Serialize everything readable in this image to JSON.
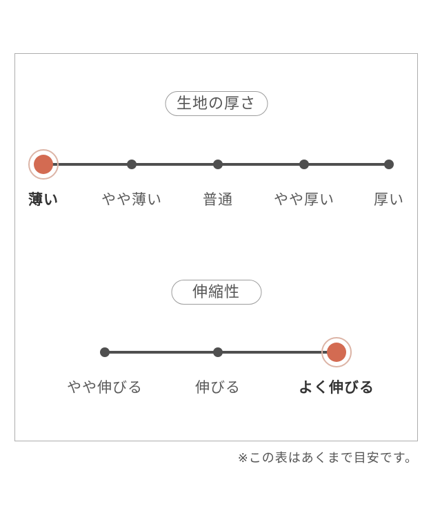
{
  "colors": {
    "accent": "#d36b52",
    "accent_ring": "#dcb4a6",
    "dot": "#4f4f4f",
    "track": "#4f4f4f",
    "label": "#595959",
    "label_selected": "#333333",
    "pill_border": "#9c9c9c",
    "pill_text": "#555555",
    "frame_border": "#adadad",
    "note": "#555555"
  },
  "scales": [
    {
      "title": "生地の厚さ",
      "selected_label": "薄い",
      "items": [
        {
          "label": "薄い",
          "selected": true
        },
        {
          "label": "やや薄い",
          "selected": false
        },
        {
          "label": "普通",
          "selected": false
        },
        {
          "label": "やや厚い",
          "selected": false
        },
        {
          "label": "厚い",
          "selected": false
        }
      ]
    },
    {
      "title": "伸縮性",
      "selected_label": "よく伸びる",
      "items": [
        {
          "label": "やや伸びる",
          "selected": false
        },
        {
          "label": "伸びる",
          "selected": false
        },
        {
          "label": "よく伸びる",
          "selected": true
        }
      ]
    }
  ],
  "note": "※この表はあくまで目安です。"
}
